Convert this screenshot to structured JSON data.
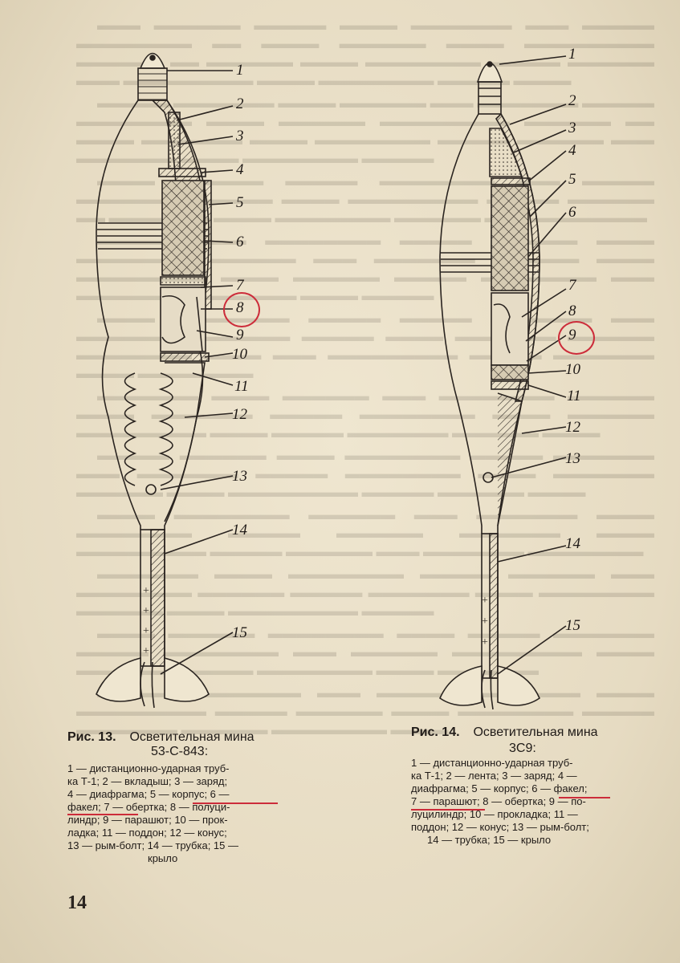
{
  "left_figure": {
    "caption_label": "Рис. 13.",
    "caption_title_line1": "Осветительная мина",
    "caption_title_line2": "53-С-843:",
    "callouts": [
      "1",
      "2",
      "3",
      "4",
      "5",
      "6",
      "7",
      "8",
      "9",
      "10",
      "11",
      "12",
      "13",
      "14",
      "15"
    ],
    "legend_lines": [
      "1 — дистанционно-ударная труб-",
      "ка Т-1; 2 — вкладыш; 3 — заряд;",
      "4 — диафрагма; 5 — корпус; 6 —",
      "факел; 7 — обертка; 8 — полуци-",
      "линдр; 9 — парашют; 10 — прок-",
      "ладка; 11 — поддон; 12 — конус;",
      "13 — рым-болт; 14 — трубка; 15 —",
      "крыло"
    ],
    "highlighted_callout": "8"
  },
  "right_figure": {
    "caption_label": "Рис. 14.",
    "caption_title_line1": "Осветительная мина",
    "caption_title_line2": "3С9:",
    "callouts": [
      "1",
      "2",
      "3",
      "4",
      "5",
      "6",
      "7",
      "8",
      "9",
      "10",
      "11",
      "12",
      "13",
      "14",
      "15"
    ],
    "legend_lines": [
      "1 — дистанционно-ударная труб-",
      "ка Т-1; 2 — лента; 3 — заряд; 4 —",
      "диафрагма; 5 — корпус; 6 — факел;",
      "7 — парашют; 8 — обертка; 9 — по-",
      "луцилиндр; 10 — прокладка; 11 —",
      "поддон; 12 — конус; 13 — рым-болт;",
      "14 — трубка; 15 — крыло"
    ],
    "highlighted_callout": "9"
  },
  "page_number": "14",
  "colors": {
    "paper": "#e9dfc8",
    "ink": "#2a2420",
    "highlight": "#cc2c3a"
  }
}
